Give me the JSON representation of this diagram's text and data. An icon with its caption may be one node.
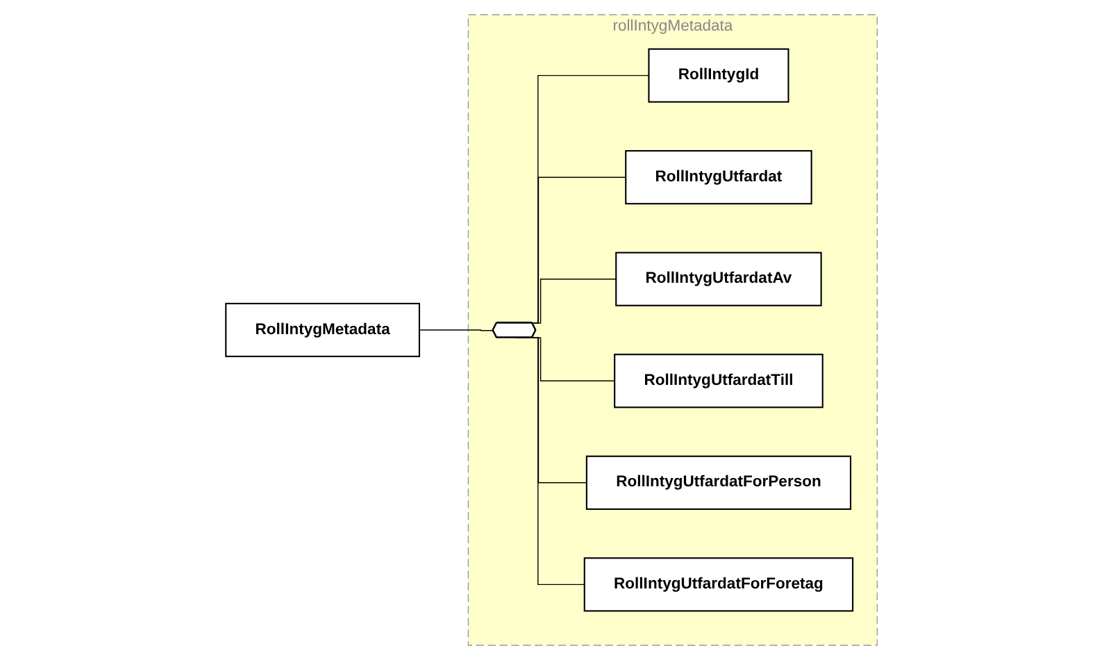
{
  "diagram": {
    "nodes": [
      {
        "text": [
          "RollIntygMetadata"
        ]
      },
      {
        "text": [
          "rollIntygMetadata"
        ]
      },
      {
        "text": [],
        "shape": "hexagon",
        "in": 1
      },
      {
        "text": [
          "RollIntygId"
        ],
        "in": 1
      },
      {
        "text": [
          "RollIntygUtfardat"
        ],
        "in": 1
      },
      {
        "text": [
          "RollIntygUtfardatAv"
        ],
        "in": 1
      },
      {
        "text": [
          "RollIntygUtfardatTill"
        ],
        "in": 1
      },
      {
        "text": [
          "RollIntygUtfardatForPerson"
        ],
        "in": 1
      },
      {
        "text": [
          "RollIntygUtfardatForForetag"
        ],
        "in": 1
      }
    ],
    "edges": [
      {
        "from": 0,
        "to": 2,
        "arrow": "none"
      },
      {
        "from": 2,
        "to": 3,
        "arrow": "none"
      },
      {
        "from": 2,
        "to": 4,
        "arrow": "none"
      },
      {
        "from": 2,
        "to": 5,
        "arrow": "none"
      },
      {
        "from": 2,
        "to": 6,
        "arrow": "none"
      },
      {
        "from": 2,
        "to": 7,
        "arrow": "none"
      },
      {
        "from": 2,
        "to": 8,
        "arrow": "none"
      }
    ]
  }
}
